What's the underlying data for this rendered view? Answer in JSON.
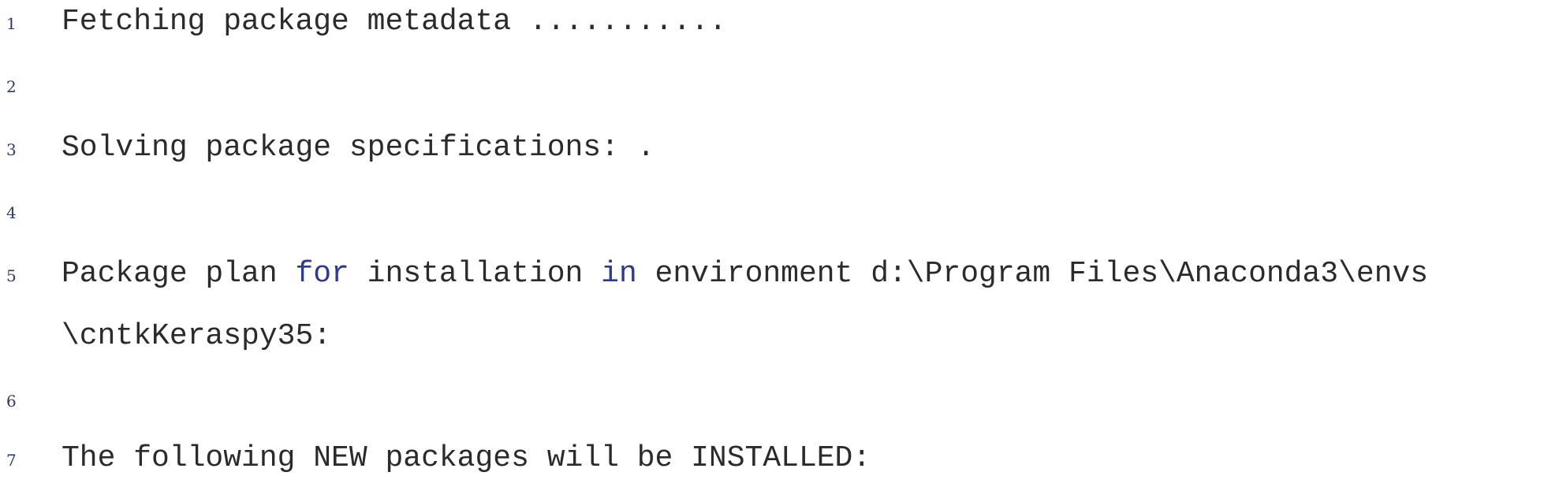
{
  "lines": [
    {
      "number": "1",
      "text": "Fetching package metadata ..........."
    },
    {
      "number": "2",
      "text": ""
    },
    {
      "number": "3",
      "text": "Solving package specifications: ."
    },
    {
      "number": "4",
      "text": ""
    },
    {
      "number": "5",
      "parts": [
        "Package plan ",
        "for",
        " installation ",
        "in",
        " environment d:\\Program Files\\Anaconda3\\envs"
      ],
      "continuation": "\\cntkKeraspy35:"
    },
    {
      "number": "6",
      "text": ""
    },
    {
      "number": "7",
      "text": "The following NEW packages will be INSTALLED:"
    }
  ],
  "colors": {
    "keyword": "#2e3a8e",
    "line_number": "#2e3a6e",
    "text": "#2b2b2b"
  }
}
